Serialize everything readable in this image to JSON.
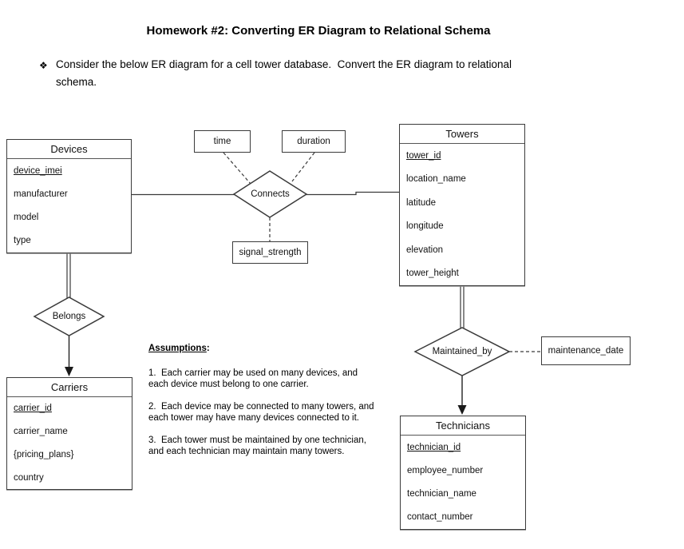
{
  "page": {
    "title": "Homework #2: Converting ER Diagram to Relational Schema",
    "bullet_glyph": "❖",
    "bullet_text": "Consider the below ER diagram for a cell tower database.  Convert the ER diagram to relational\nschema."
  },
  "assumptions": {
    "heading": "Assumptions",
    "heading_colon": ":",
    "items": [
      "1.  Each carrier may be used on many devices, and\neach device must belong to one carrier.",
      "2.  Each device may be connected to many towers, and\neach tower may have many devices connected to it.",
      "3.  Each tower must be maintained by one technician,\nand each technician may maintain many towers."
    ]
  },
  "diagram": {
    "entities": [
      {
        "name": "Devices",
        "attributes": [
          "device_imei",
          "manufacturer",
          "model",
          "type"
        ]
      },
      {
        "name": "Towers",
        "attributes": [
          "tower_id",
          "location_name",
          "latitude",
          "longitude",
          "elevation",
          "tower_height"
        ]
      },
      {
        "name": "Carriers",
        "attributes": [
          "carrier_id",
          "carrier_name",
          "{pricing_plans}",
          "country"
        ]
      },
      {
        "name": "Technicians",
        "attributes": [
          "technician_id",
          "employee_number",
          "technician_name",
          "contact_number"
        ]
      }
    ],
    "relationships": [
      {
        "name": "Connects"
      },
      {
        "name": "Belongs"
      },
      {
        "name": "Maintained_by"
      }
    ],
    "attribute_boxes": [
      {
        "label": "time"
      },
      {
        "label": "duration"
      },
      {
        "label": "signal_strength"
      },
      {
        "label": "maintenance_date"
      }
    ],
    "colors": {
      "line": "#3a3a3a",
      "text": "#111111",
      "box_bg": "#ffffff"
    }
  }
}
